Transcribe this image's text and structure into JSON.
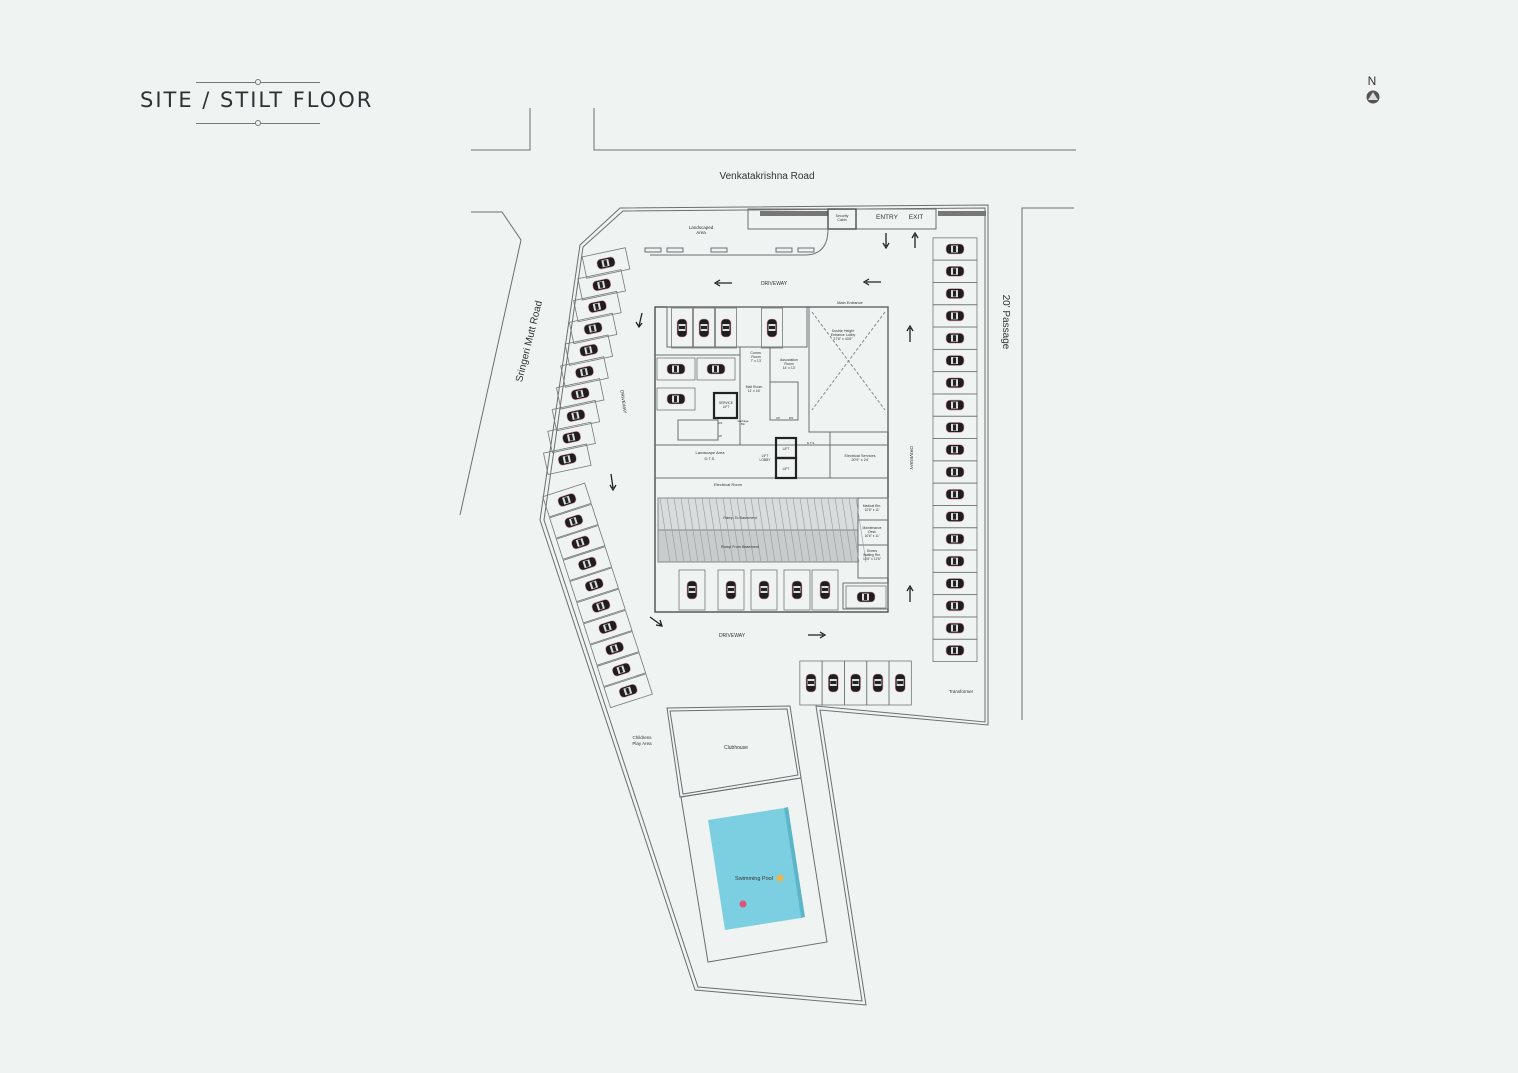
{
  "title": "SITE / STILT FLOOR",
  "compass": {
    "label": "N",
    "icon": "north-arrow-icon"
  },
  "roads": {
    "top": "Venkatakrishna Road",
    "left": "Sringeri Mutt Road",
    "right": "20' Passage"
  },
  "gate": {
    "entry": "ENTRY",
    "exit": "EXIT",
    "security": [
      "Security",
      "Cabin"
    ]
  },
  "areas": {
    "landscaped": [
      "Landscaped",
      "Area"
    ],
    "driveway": "DRIVEWAY",
    "childrens_play": [
      "Childrens",
      "Play Area"
    ],
    "clubhouse": "Clubhouse",
    "swimming_pool": "Swimming Pool",
    "transformer": "Transformer"
  },
  "building": {
    "main_entrance": "Main Entrance",
    "lobby": [
      "Double Height",
      "Entrance Lobby",
      "27'6\" x 43'6\""
    ],
    "comm_room": [
      "Comm.",
      "Room",
      "7' x 13'"
    ],
    "association_room": [
      "Association",
      "Room",
      "14' x 13'"
    ],
    "mail_room": [
      "Mail Room",
      "11' x 16'"
    ],
    "service_lift": [
      "SERVICE",
      "LIFT"
    ],
    "garbage_bin": [
      "Garbage",
      "Bin"
    ],
    "landscape_area_dts": [
      "Landscape Area",
      "D.T.S."
    ],
    "lift_lobby": [
      "LIFT",
      "LOBBY"
    ],
    "lift": "LIFT",
    "electrical_services": [
      "Electrical Services",
      "20'9\" x 24'"
    ],
    "electrical_room": "Electrical Room",
    "ramp_to_basement": "Ramp To Basement",
    "ramp_from_basement": "Ramp From Basement",
    "medical_rm": [
      "Medical Rm.",
      "10'6\" x 11'"
    ],
    "maintenance_desk": [
      "Maintenance",
      "Desk",
      "10'6\" x 11'"
    ],
    "drivers_waiting": [
      "Drivers",
      "Waiting Rm.",
      "10'6\" x 12'6\""
    ],
    "dts": "D.T.S.",
    "up": "UP",
    "dn": "DN"
  },
  "colors": {
    "background": "#eff3f2",
    "pool": "#7ccfe0",
    "pool_marker_yellow": "#f0b24a",
    "pool_marker_pink": "#e0527a"
  }
}
